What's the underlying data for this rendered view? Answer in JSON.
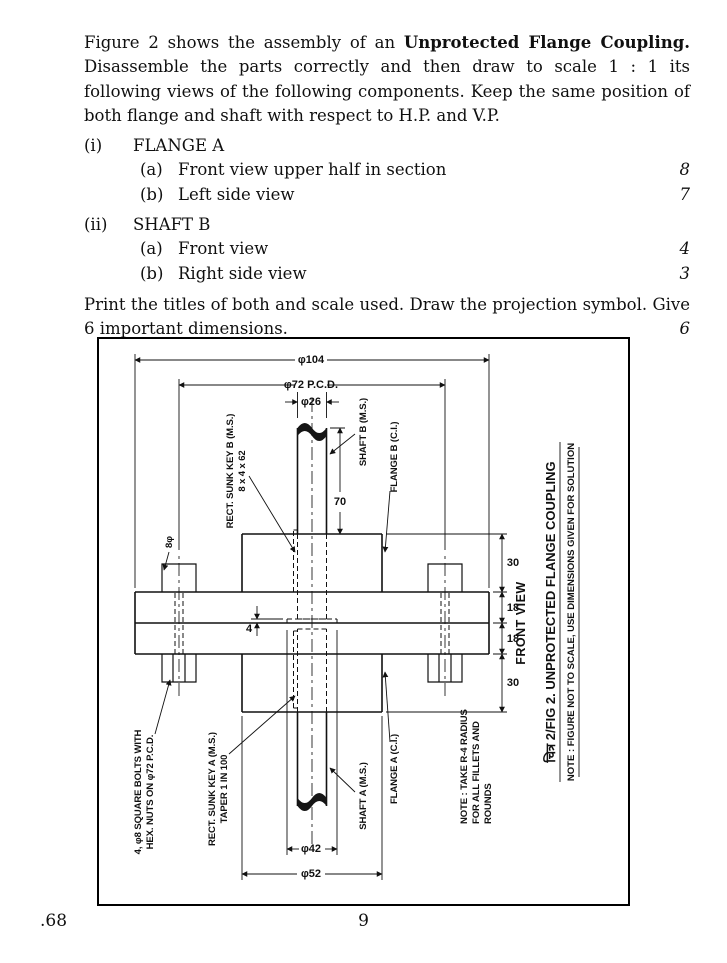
{
  "page": {
    "footer_left": ".68",
    "page_number": "9"
  },
  "question": {
    "p1_start": "Figure 2 shows the assembly of an ",
    "p1_bold": "Unprotected Flange Coupling.",
    "p1_rest": " Disassemble the parts correctly and then draw to scale 1 : 1 its following views of the following components. Keep the same position of both flange and shaft with respect to H.P. and V.P.",
    "items": [
      {
        "num": "(i)",
        "title": "FLANGE A",
        "subitems": [
          {
            "num": "(a)",
            "text": "Front view upper half in section",
            "marks": "8"
          },
          {
            "num": "(b)",
            "text": "Left side view",
            "marks": "7"
          }
        ]
      },
      {
        "num": "(ii)",
        "title": "SHAFT B",
        "subitems": [
          {
            "num": "(a)",
            "text": "Front view",
            "marks": "4"
          },
          {
            "num": "(b)",
            "text": "Right side view",
            "marks": "3"
          }
        ]
      }
    ],
    "p2": "Print the titles of both and scale used. Draw the projection symbol. Give 6 important dimensions.",
    "p2_marks": "6"
  },
  "figure": {
    "labels": {
      "key_b_line1": "RECT. SUNK KEY B (M.S.)",
      "key_b_line2": "8 x 4 x 62",
      "shaft_b": "SHAFT B (M.S.)",
      "flange_b": "FLANGE B (C.I.)",
      "bolt_dia": "8φ",
      "bolts_line1": "4, φ8 SQUARE BOLTS WITH",
      "bolts_line2": "HEX. NUTS ON φ72 P.C.D.",
      "key_a_line1": "RECT. SUNK KEY A (M.S.)",
      "key_a_line2": "TAPER 1 IN 100",
      "shaft_a": "SHAFT A (M.S.)",
      "flange_a": "FLANGE A (C.I.)",
      "front_view": "FRONT VIEW"
    },
    "dims": {
      "flange_od": "φ104",
      "pcd": "φ72 P.C.D.",
      "shaft_b_dia": "φ26",
      "shaft_b_len": "70",
      "hub_len_b": "30",
      "flange_thk_b": "18",
      "flange_thk_a": "18",
      "hub_len_a": "30",
      "spigot_depth": "4",
      "spigot_dia": "φ42",
      "hub_dia": "φ52"
    },
    "title": "चित्र 2/FIG 2. UNPROTECTED FLANGE COUPLING",
    "note_scale": "NOTE : FIGURE NOT TO SCALE, USE DIMENSIONS GIVEN FOR SOLUTION",
    "note_fillets": [
      "NOTE : TAKE R-4 RADIUS",
      "FOR ALL FILLETS AND",
      "ROUNDS"
    ]
  }
}
